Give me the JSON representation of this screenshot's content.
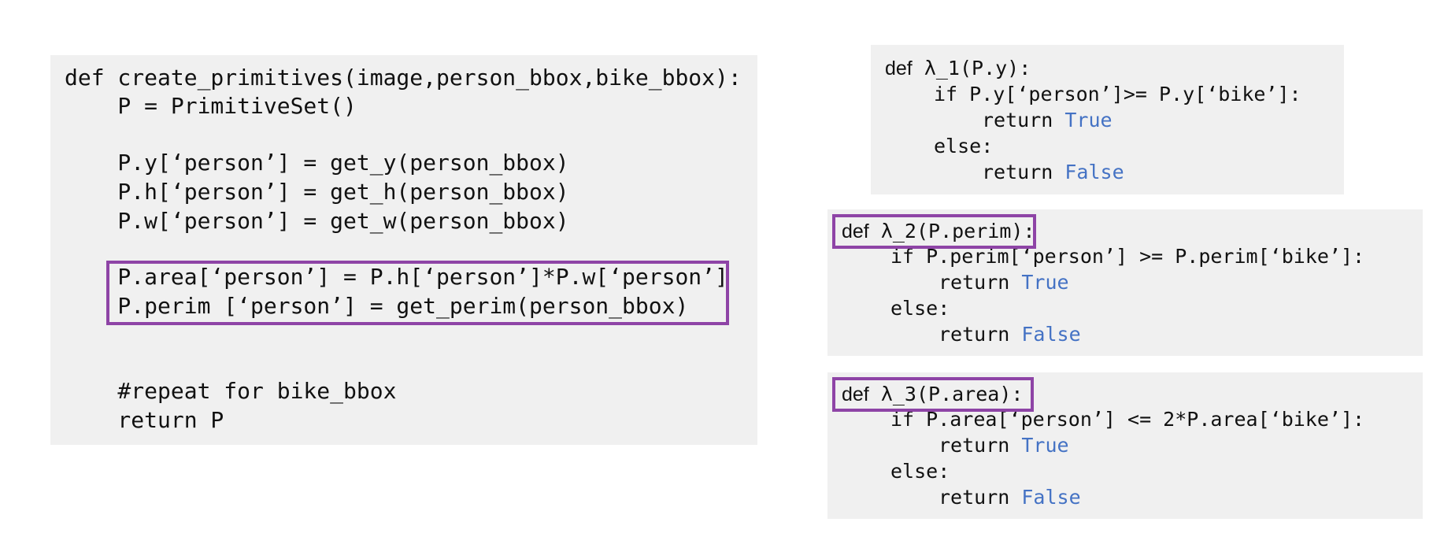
{
  "left_panel": {
    "lines": [
      "def create_primitives(image,person_bbox,bike_bbox):",
      "    P = PrimitiveSet()",
      "",
      "    P.y[‘person’] = get_y(person_bbox)",
      "    P.h[‘person’] = get_h(person_bbox)",
      "    P.w[‘person’] = get_w(person_bbox)",
      "",
      "    P.area[‘person’] = P.h[‘person’]*P.w[‘person’]",
      "    P.perim [‘person’] = get_perim(person_bbox)",
      "",
      "",
      "    #repeat for bike_bbox",
      "    return P"
    ],
    "highlight_color": "#8e44a6"
  },
  "lambda1": {
    "def_kw": "def",
    "signature": "λ_1(P.y):",
    "condition": "if P.y[‘person’]>= P.y[‘bike’]:",
    "return_kw": "return",
    "true_val": "True",
    "else_kw": "else:",
    "false_val": "False"
  },
  "lambda2": {
    "def_kw": "def",
    "signature": "λ_2(P.perim):",
    "condition": "if P.perim[‘person’] >= P.perim[‘bike’]:",
    "return_kw": "return",
    "true_val": "True",
    "else_kw": "else:",
    "false_val": "False"
  },
  "lambda3": {
    "def_kw": "def",
    "signature": "λ_3(P.area):",
    "condition": "if P.area[‘person’] <= 2*P.area[‘bike’]:",
    "return_kw": "return",
    "true_val": "True",
    "else_kw": "else:",
    "false_val": "False"
  },
  "colors": {
    "panel_bg": "#f0f0f0",
    "keyword_blue": "#4472c4",
    "highlight_purple": "#8e44a6"
  }
}
